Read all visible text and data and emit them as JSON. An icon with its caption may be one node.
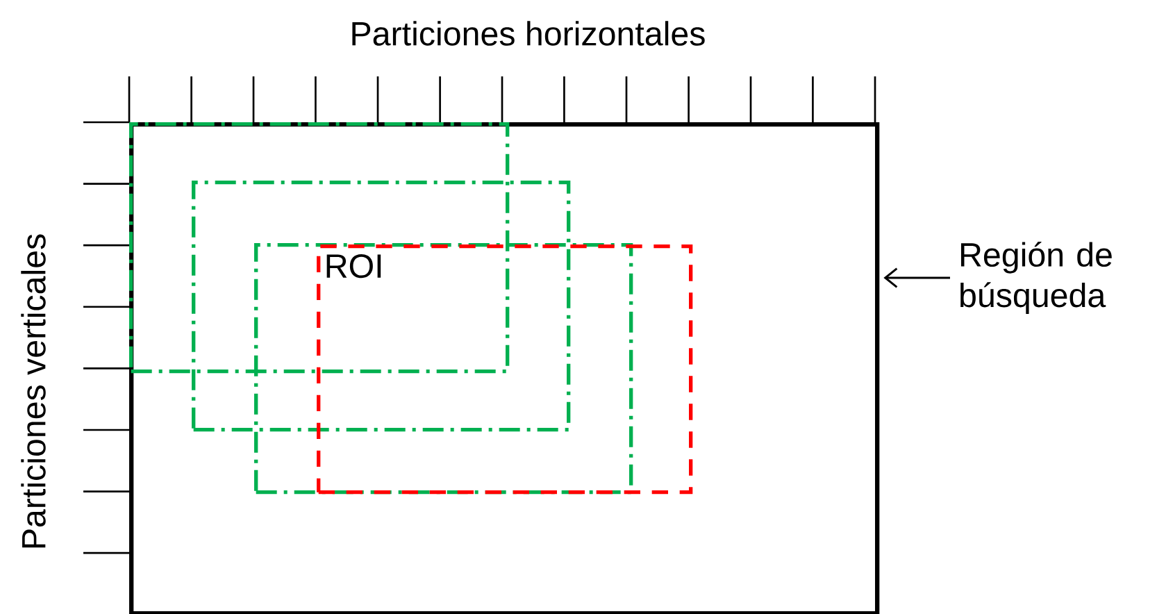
{
  "diagram": {
    "nodes": [
      {
        "text": [],
        "shape": "box"
      },
      {
        "text": [],
        "shape": "box",
        "in": 0
      },
      {
        "text": [],
        "shape": "box",
        "in": 0
      },
      {
        "text": [],
        "shape": "box",
        "in": 0
      },
      {
        "text": [
          "ROI"
        ],
        "in": 0
      },
      {
        "text": [
          "Región de búsqueda"
        ]
      }
    ],
    "edges": [
      {
        "from": 5,
        "to": 0,
        "arrow": "to"
      }
    ],
    "labels": [
      "Particiones horizontales",
      "Particiones verticales"
    ]
  }
}
